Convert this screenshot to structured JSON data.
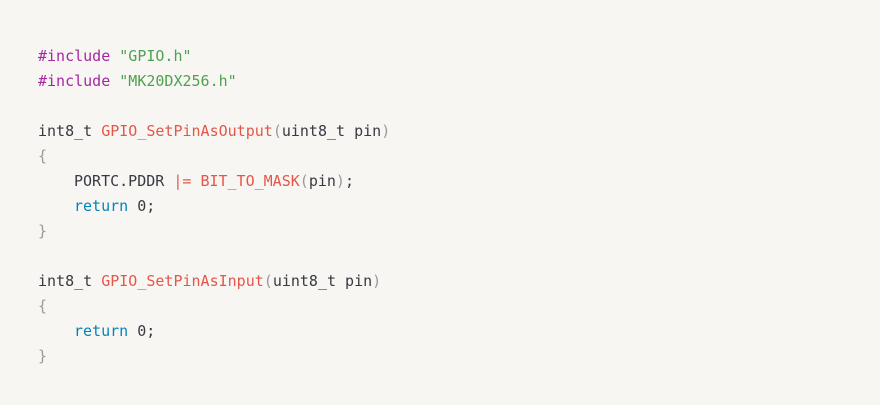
{
  "code": {
    "lines": [
      [
        {
          "t": "directive",
          "v": "#include"
        },
        {
          "t": "ident",
          "v": " "
        },
        {
          "t": "string",
          "v": "\"GPIO.h\""
        }
      ],
      [
        {
          "t": "directive",
          "v": "#include"
        },
        {
          "t": "ident",
          "v": " "
        },
        {
          "t": "string",
          "v": "\"MK20DX256.h\""
        }
      ],
      [],
      [
        {
          "t": "type",
          "v": "int8_t"
        },
        {
          "t": "ident",
          "v": " "
        },
        {
          "t": "func",
          "v": "GPIO_SetPinAsOutput"
        },
        {
          "t": "punct",
          "v": "("
        },
        {
          "t": "type",
          "v": "uint8_t"
        },
        {
          "t": "ident",
          "v": " pin"
        },
        {
          "t": "punct",
          "v": ")"
        }
      ],
      [
        {
          "t": "punct",
          "v": "{"
        }
      ],
      [
        {
          "t": "indent",
          "v": ""
        },
        {
          "t": "ident",
          "v": "PORTC.PDDR "
        },
        {
          "t": "op",
          "v": "|="
        },
        {
          "t": "ident",
          "v": " "
        },
        {
          "t": "func",
          "v": "BIT_TO_MASK"
        },
        {
          "t": "punct",
          "v": "("
        },
        {
          "t": "ident",
          "v": "pin"
        },
        {
          "t": "punct",
          "v": ")"
        },
        {
          "t": "ident",
          "v": ";"
        }
      ],
      [
        {
          "t": "indent",
          "v": ""
        },
        {
          "t": "keyword",
          "v": "return"
        },
        {
          "t": "ident",
          "v": " "
        },
        {
          "t": "number",
          "v": "0"
        },
        {
          "t": "ident",
          "v": ";"
        }
      ],
      [
        {
          "t": "punct",
          "v": "}"
        }
      ],
      [],
      [
        {
          "t": "type",
          "v": "int8_t"
        },
        {
          "t": "ident",
          "v": " "
        },
        {
          "t": "func",
          "v": "GPIO_SetPinAsInput"
        },
        {
          "t": "punct",
          "v": "("
        },
        {
          "t": "type",
          "v": "uint8_t"
        },
        {
          "t": "ident",
          "v": " pin"
        },
        {
          "t": "punct",
          "v": ")"
        }
      ],
      [
        {
          "t": "punct",
          "v": "{"
        }
      ],
      [
        {
          "t": "indent",
          "v": ""
        },
        {
          "t": "keyword",
          "v": "return"
        },
        {
          "t": "ident",
          "v": " "
        },
        {
          "t": "number",
          "v": "0"
        },
        {
          "t": "ident",
          "v": ";"
        }
      ],
      [
        {
          "t": "punct",
          "v": "}"
        }
      ]
    ]
  },
  "colors": {
    "background": "#f8f6f3",
    "directive": "#a626a4",
    "string": "#50a14f",
    "function": "#e45649",
    "keyword": "#0184bc",
    "punctuation": "#9a9a9a",
    "text": "#383a42"
  }
}
